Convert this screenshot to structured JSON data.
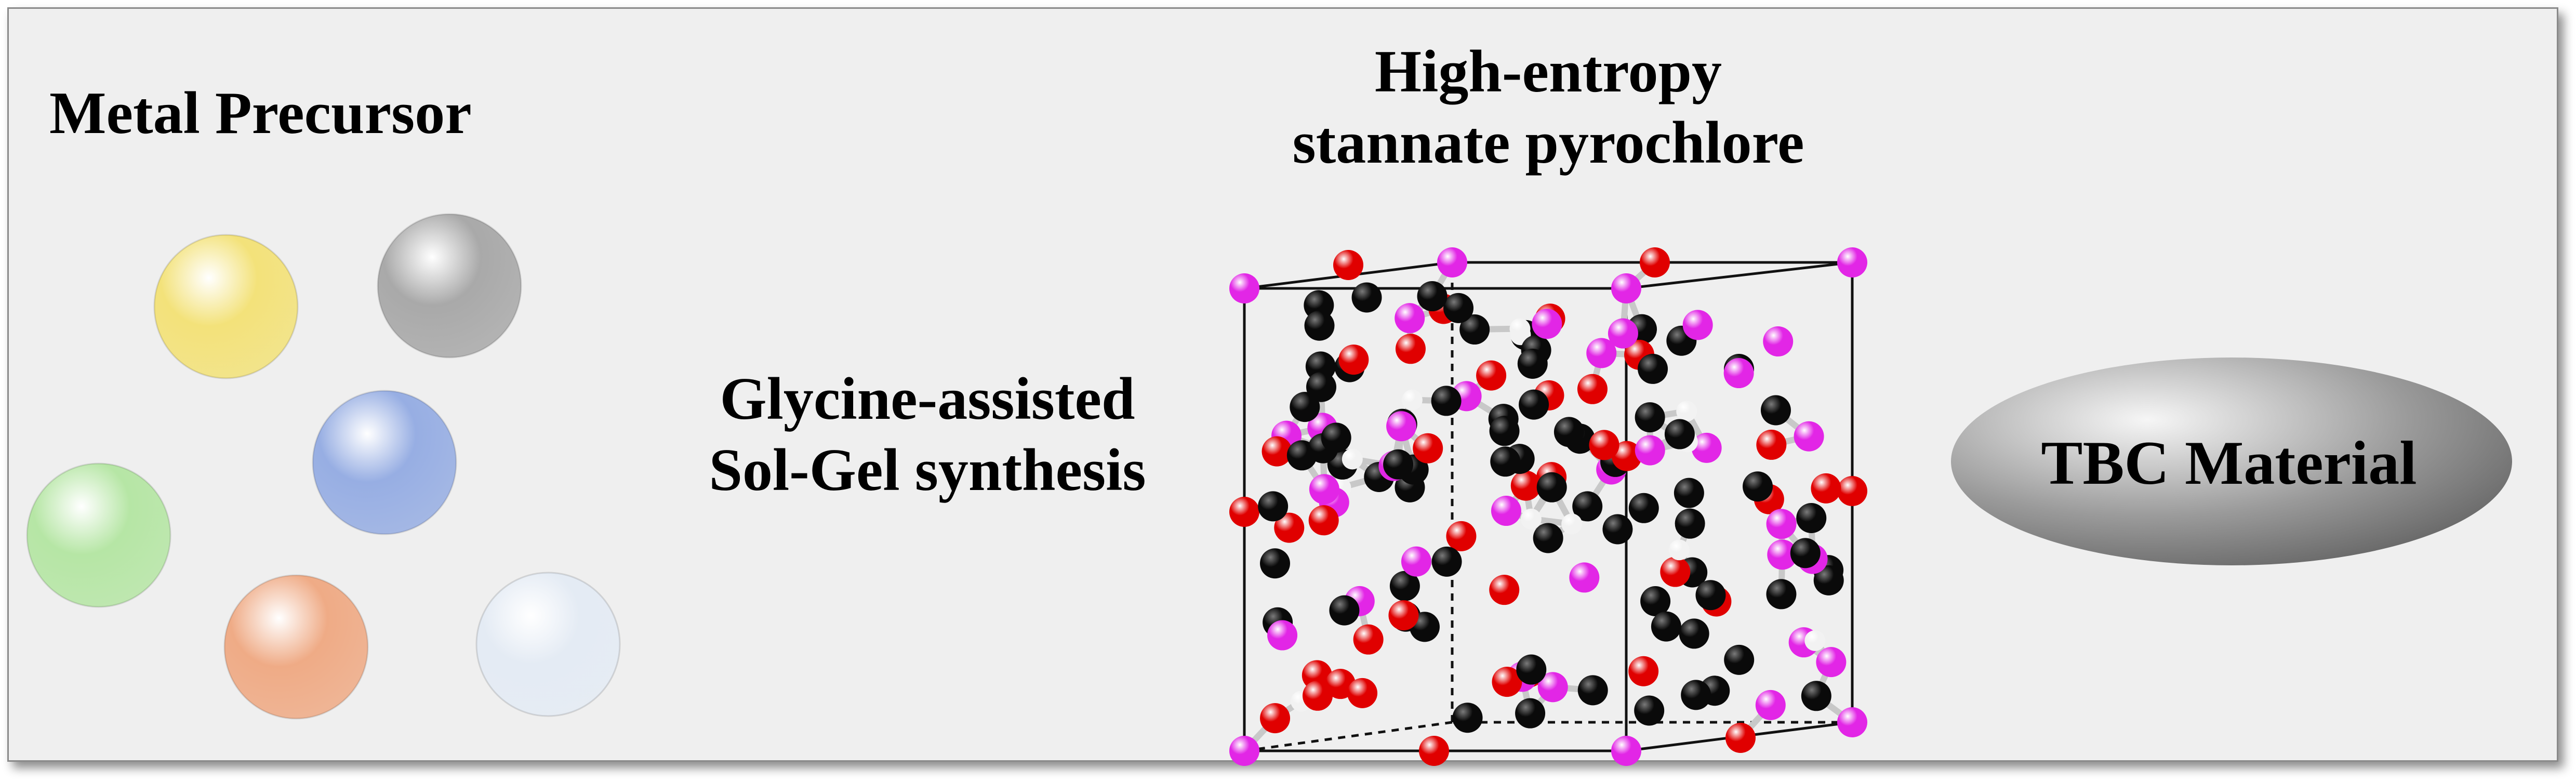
{
  "labels": {
    "metal_precursor": "Metal Precursor",
    "pyrochlore_line1": "High-entropy",
    "pyrochlore_line2": "stannate pyrochlore",
    "synthesis_line1": "Glycine-assisted",
    "synthesis_line2": "Sol-Gel synthesis",
    "tbc_material": "TBC Material"
  },
  "precursor_spheres": [
    {
      "name": "yellow",
      "color": "#f3e27a"
    },
    {
      "name": "gray",
      "color": "#a9a9a9"
    },
    {
      "name": "blue",
      "color": "#97aee3"
    },
    {
      "name": "green",
      "color": "#b6e6a5"
    },
    {
      "name": "orange",
      "color": "#efab86"
    },
    {
      "name": "white",
      "color": "#e4ebf4"
    }
  ],
  "crystal_colors": {
    "magenta": "#e226e6",
    "red": "#e00000",
    "black": "#0a0a0a",
    "white": "#f2f2f2"
  },
  "tbc_gradient": [
    "#f6f6f6",
    "#9a9a9a",
    "#5a5a5a"
  ]
}
